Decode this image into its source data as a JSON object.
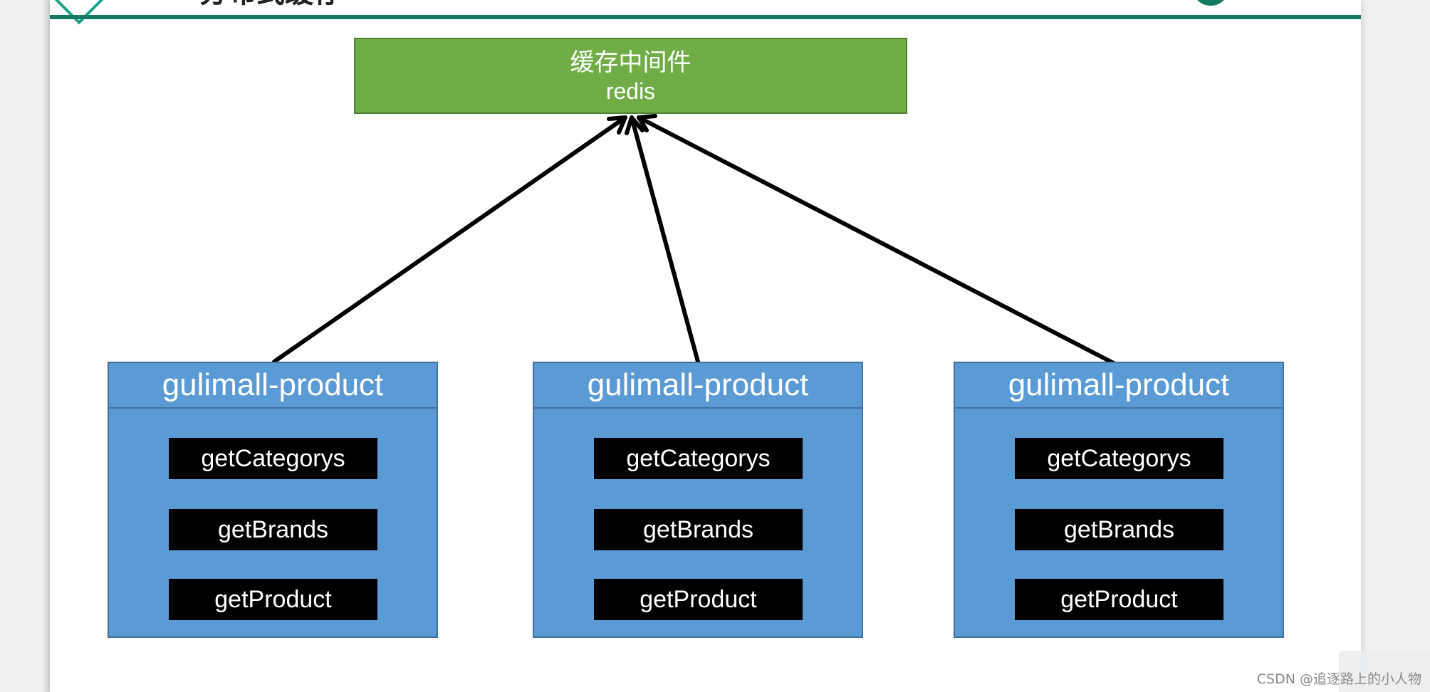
{
  "header": {
    "title": "分布式缓存"
  },
  "cache": {
    "name": "缓存中间件",
    "sub": "redis"
  },
  "services": [
    {
      "title": "gulimall-product",
      "methods": [
        "getCategorys",
        "getBrands",
        "getProduct"
      ]
    },
    {
      "title": "gulimall-product",
      "methods": [
        "getCategorys",
        "getBrands",
        "getProduct"
      ]
    },
    {
      "title": "gulimall-product",
      "methods": [
        "getCategorys",
        "getBrands",
        "getProduct"
      ]
    }
  ],
  "colors": {
    "header_bar": "#147a62",
    "cache_fill": "#70ad47",
    "service_fill": "#5b9bd5",
    "method_fill": "#000000",
    "arrow": "#000000"
  },
  "watermark": "CSDN @追逐路上的小人物"
}
